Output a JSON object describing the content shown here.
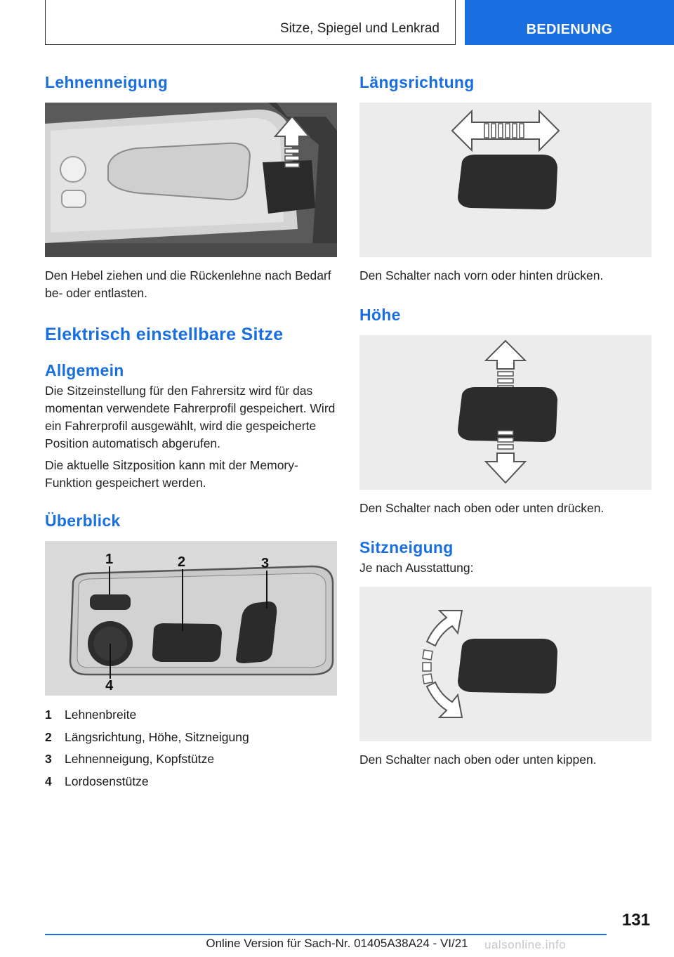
{
  "header": {
    "section_title": "Sitze, Spiegel und Lenkrad",
    "chapter_tab": "BEDIENUNG"
  },
  "left": {
    "heading_lehnenneigung": "Lehnenneigung",
    "text_lehnenneigung": "Den Hebel ziehen und die Rückenlehne nach Bedarf be- oder entlasten.",
    "heading_elektrisch": "Elektrisch einstellbare Sitze",
    "heading_allgemein": "Allgemein",
    "text_allgemein_1": "Die Sitzeinstellung für den Fahrersitz wird für das momentan verwendete Fahrerprofil gespeichert. Wird ein Fahrerprofil ausgewählt, wird die ge­speicherte Position automatisch abgerufen.",
    "text_allgemein_2": "Die aktuelle Sitzposition kann mit der Memory-Funktion gespeichert werden.",
    "heading_ueberblick": "Überblick",
    "callouts": [
      "1",
      "2",
      "3",
      "4"
    ],
    "legend": [
      {
        "num": "1",
        "label": "Lehnenbreite"
      },
      {
        "num": "2",
        "label": "Längsrichtung, Höhe, Sitzneigung"
      },
      {
        "num": "3",
        "label": "Lehnenneigung, Kopfstütze"
      },
      {
        "num": "4",
        "label": "Lordosenstütze"
      }
    ]
  },
  "right": {
    "heading_laengs": "Längsrichtung",
    "text_laengs": "Den Schalter nach vorn oder hinten drücken.",
    "heading_hoehe": "Höhe",
    "text_hoehe": "Den Schalter nach oben oder unten drücken.",
    "heading_sitzneigung": "Sitzneigung",
    "text_sitzneigung_intro": "Je nach Ausstattung:",
    "text_sitzneigung": "Den Schalter nach oben oder unten kippen."
  },
  "footer": {
    "page_number": "131",
    "online_version": "Online Version für Sach-Nr. 01405A38A24 - VI/21",
    "watermark": "ualsonline.info"
  },
  "colors": {
    "accent": "#1a6fe0",
    "text": "#222222",
    "figure_bg": "#ececec"
  }
}
